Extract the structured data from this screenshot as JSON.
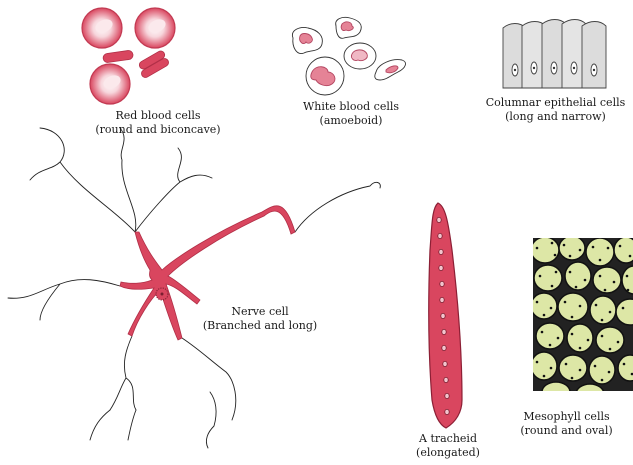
{
  "colors": {
    "cell_pink": "#d9465f",
    "cell_light_pink": "#f3c4cd",
    "mesophyll_green": "#dde7a6",
    "outline": "#1a1a1a"
  },
  "labels": {
    "rbc": {
      "name": "Red blood cells",
      "detail": "(round and biconcave)"
    },
    "wbc": {
      "name": "White blood cells",
      "detail": "(amoeboid)"
    },
    "columnar": {
      "name": "Columnar epithelial cells",
      "detail": "(long and narrow)"
    },
    "nerve": {
      "name": "Nerve cell",
      "detail": "(Branched and long)"
    },
    "tracheid": {
      "name": "A tracheid",
      "detail": "(elongated)"
    },
    "mesophyll": {
      "name": "Mesophyll cells",
      "detail": "(round and oval)"
    }
  }
}
